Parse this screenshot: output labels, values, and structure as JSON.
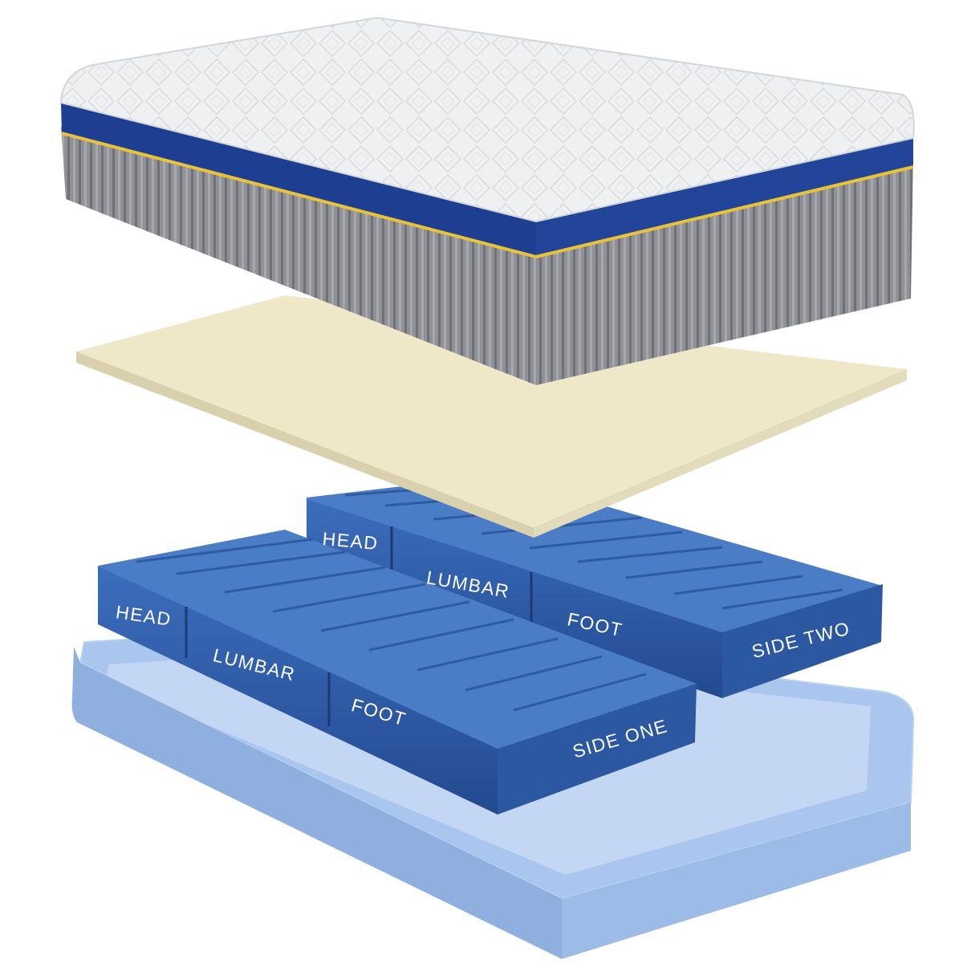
{
  "layers": {
    "mattress": {
      "cover_color": "#f1f2f3",
      "border_band_color": "#1e3f91",
      "piping_color": "#e8c33a",
      "side_panel_color": "#8d8f94"
    },
    "comfort_layer": {
      "color": "#ece4c4"
    },
    "air_chambers": {
      "color": "#2d5ba8",
      "side_one": {
        "head_label": "HEAD",
        "lumbar_label": "LUMBAR",
        "foot_label": "FOOT",
        "side_label": "SIDE ONE"
      },
      "side_two": {
        "head_label": "HEAD",
        "lumbar_label": "LUMBAR",
        "foot_label": "FOOT",
        "side_label": "SIDE TWO"
      }
    },
    "base_frame": {
      "color": "#9dbbe6"
    }
  }
}
